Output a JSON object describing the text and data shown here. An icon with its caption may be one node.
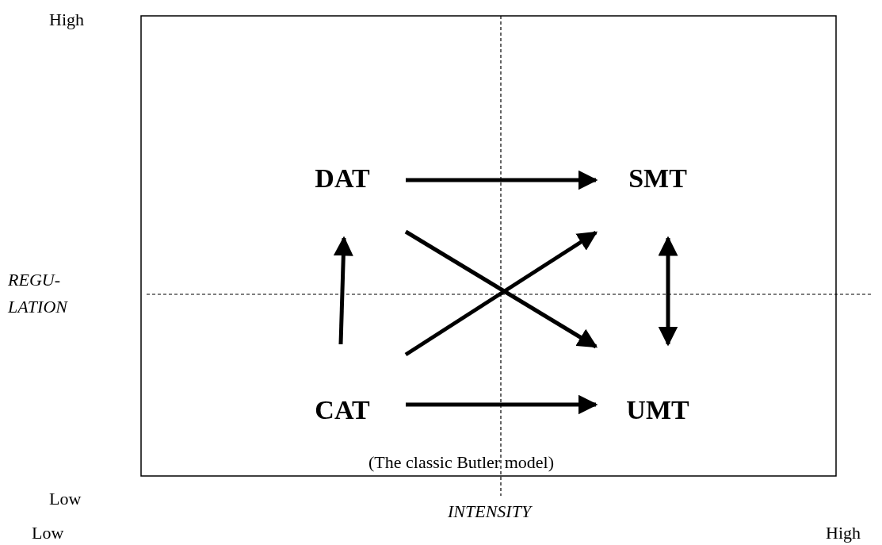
{
  "diagram": {
    "nodes": [
      {
        "text": [
          "DAT"
        ]
      },
      {
        "text": [
          "SMT"
        ]
      },
      {
        "text": [
          "CAT"
        ]
      },
      {
        "text": [
          "UMT"
        ]
      }
    ],
    "edges": [
      {
        "from": 0,
        "to": 1,
        "arrow": "to"
      },
      {
        "from": 2,
        "to": 0,
        "arrow": "to"
      },
      {
        "from": 0,
        "to": 3,
        "arrow": "to"
      },
      {
        "from": 2,
        "to": 1,
        "arrow": "to"
      },
      {
        "from": 1,
        "to": 3,
        "arrow": "both"
      },
      {
        "from": 2,
        "to": 3,
        "arrow": "to"
      }
    ],
    "labels": [
      "High",
      "REGU- LATION",
      "(The classic Butler model)",
      "Low",
      "INTENSITY",
      "Low",
      "High"
    ]
  }
}
